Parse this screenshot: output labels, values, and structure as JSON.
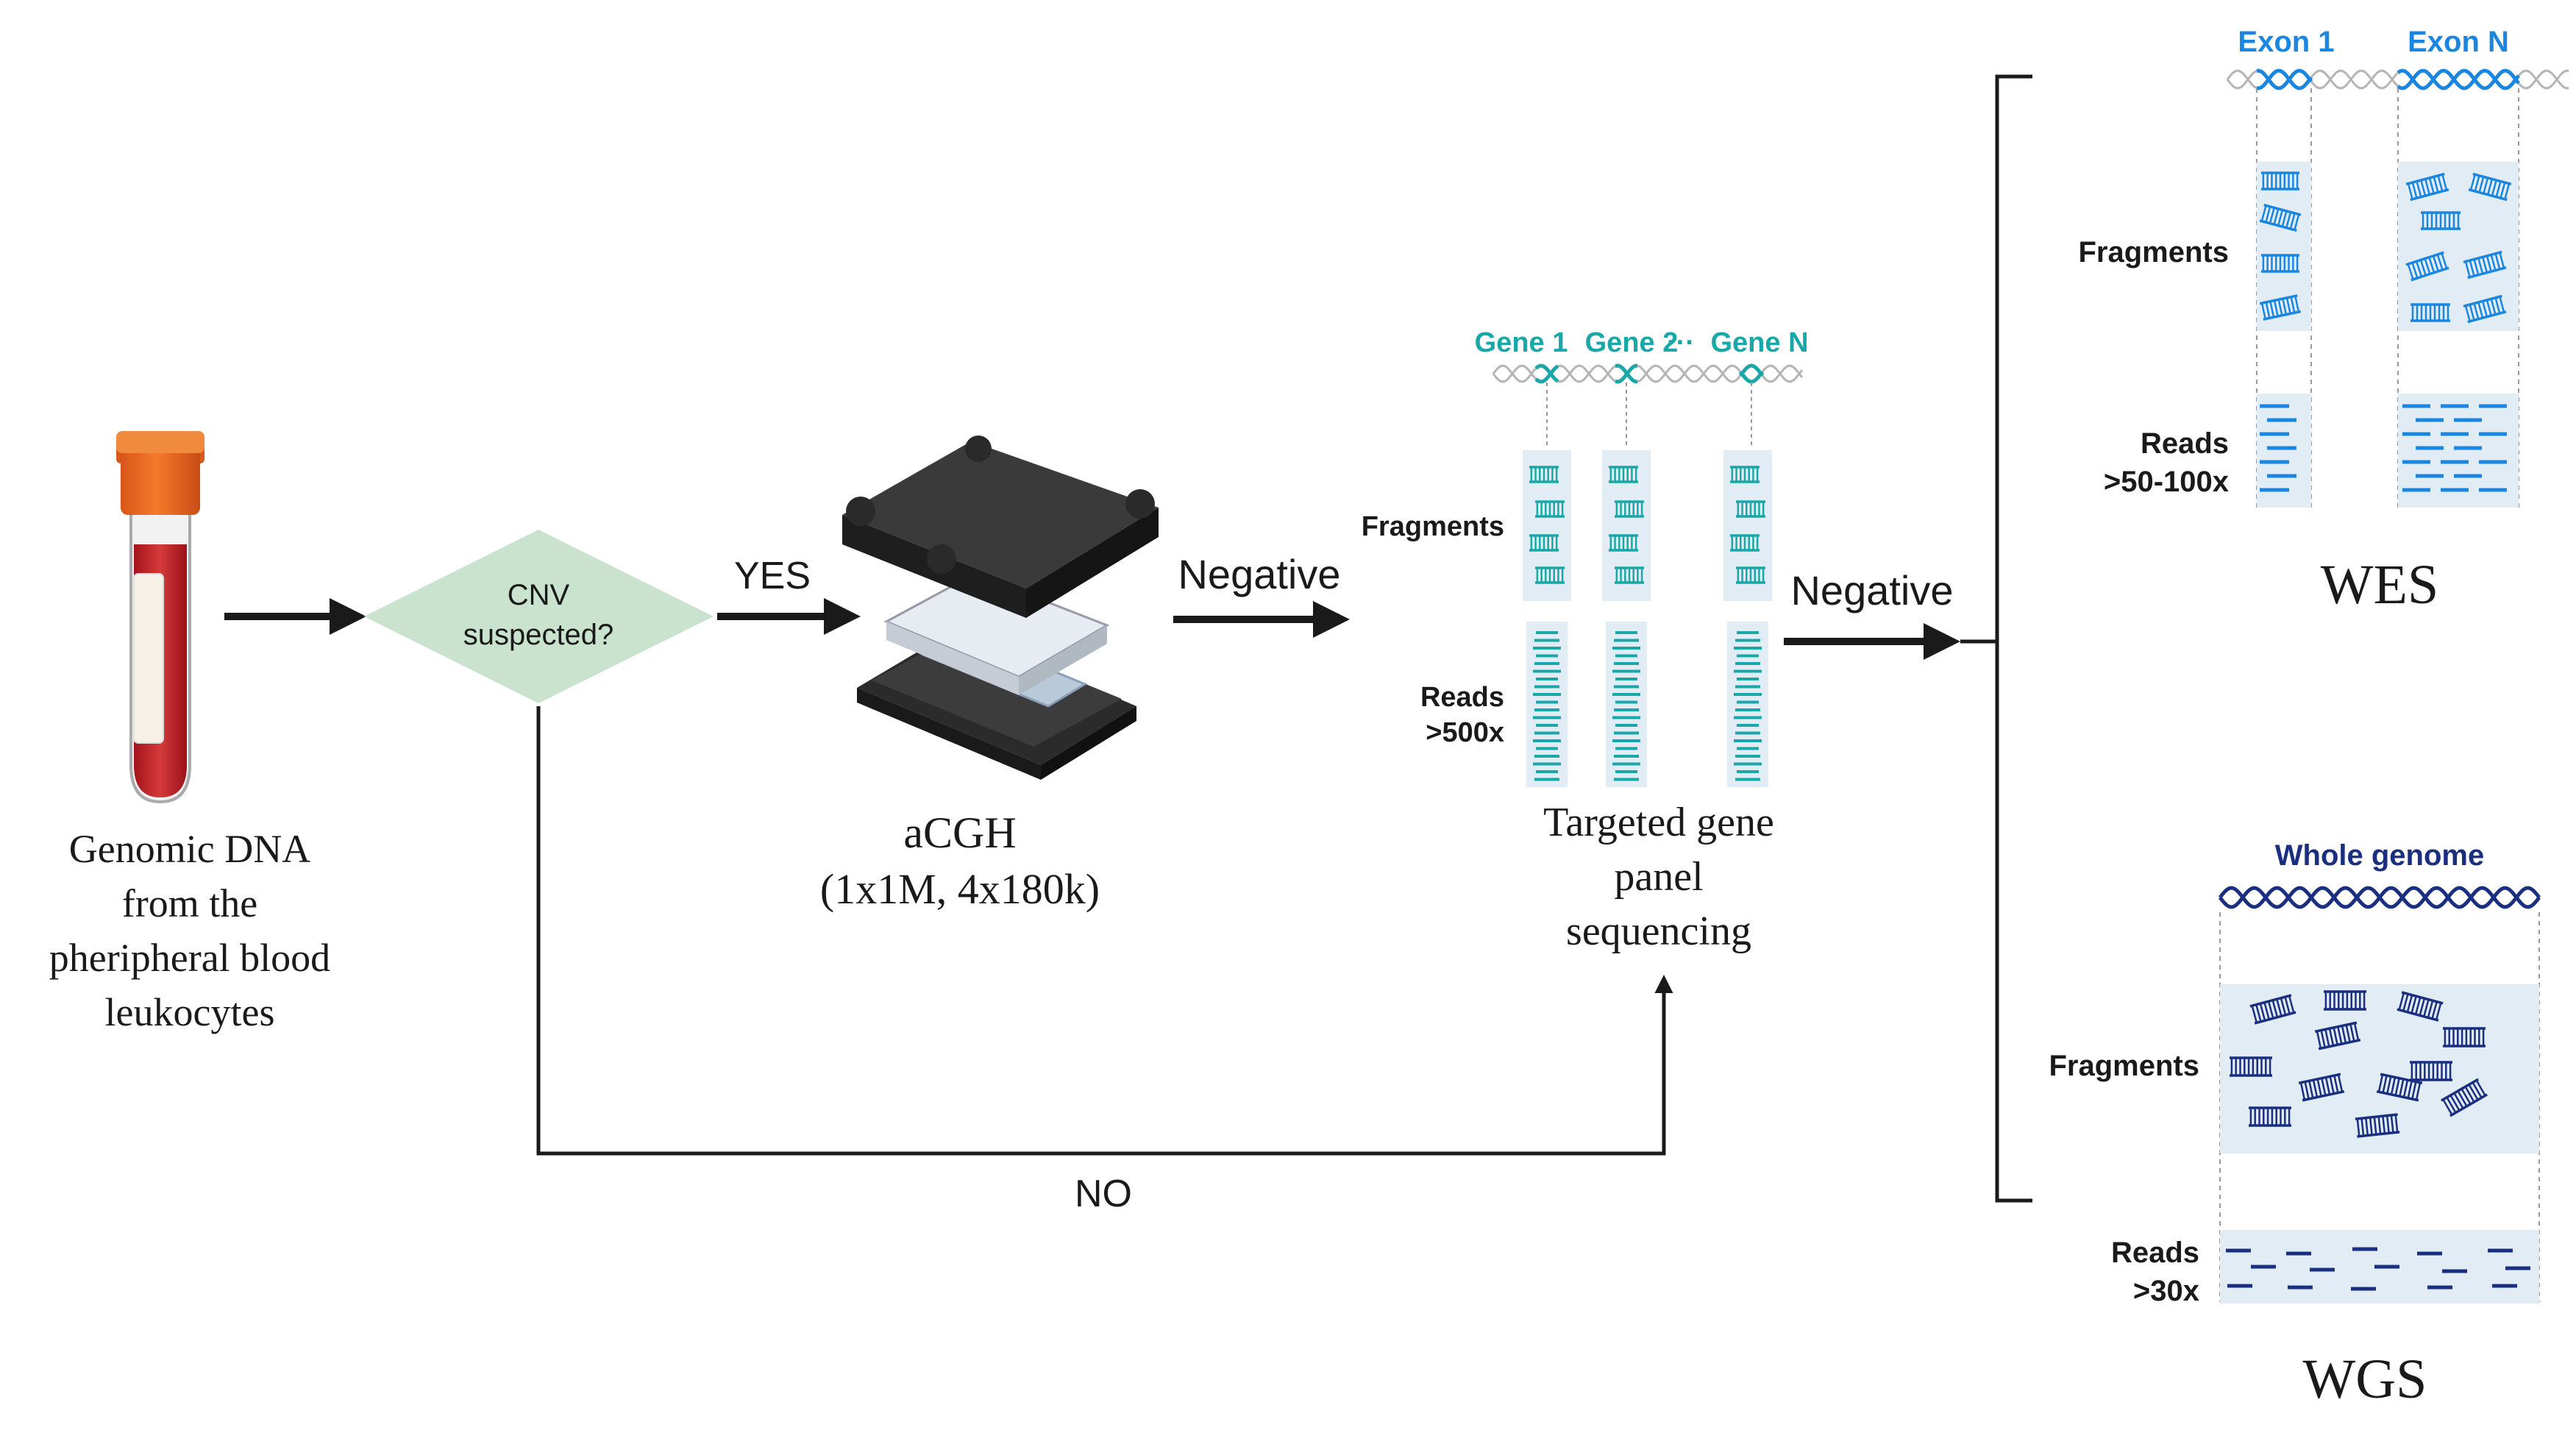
{
  "diagram": {
    "tube_caption": [
      "Genomic DNA",
      "from the",
      "pheripheral blood",
      "leukocytes"
    ],
    "decision_label": [
      "CNV",
      "suspected?"
    ],
    "yes_label": "YES",
    "no_label": "NO",
    "negative_label_1": "Negative",
    "negative_label_2": "Negative",
    "acgh_title": "aCGH",
    "acgh_subtitle": "(1x1M, 4x180k)",
    "panel": {
      "gene_labels": [
        "Gene 1",
        "Gene 2",
        "Gene N"
      ],
      "gene_ellipsis": "···",
      "fragments_label": "Fragments",
      "reads_label": [
        "Reads",
        ">500x"
      ],
      "caption": [
        "Targeted gene",
        "panel",
        "sequencing"
      ]
    },
    "wes": {
      "exon_labels": [
        "Exon 1",
        "Exon N"
      ],
      "fragments_label": "Fragments",
      "reads_label": [
        "Reads",
        ">50-100x"
      ],
      "caption": "WES"
    },
    "wgs": {
      "genome_label": "Whole genome",
      "fragments_label": "Fragments",
      "reads_label": [
        "Reads",
        ">30x"
      ],
      "caption": "WGS"
    },
    "colors": {
      "teal": "#1aa7a7",
      "blue": "#1a86e0",
      "navy": "#1a2f80",
      "diamond": "#c9e3cf",
      "arrow": "#1a1a1a"
    }
  }
}
